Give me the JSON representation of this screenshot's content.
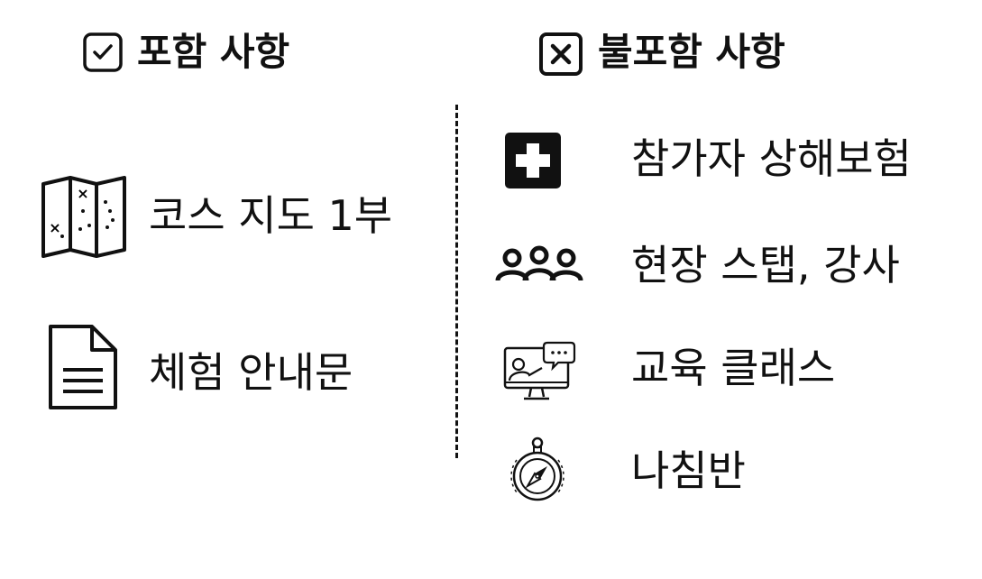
{
  "included": {
    "title": "포함 사항",
    "title_icon": "checkbox-check-icon",
    "items": [
      {
        "label": "코스 지도 1부",
        "icon": "treasure-map-icon"
      },
      {
        "label": "체험 안내문",
        "icon": "document-icon"
      }
    ]
  },
  "excluded": {
    "title": "불포함 사항",
    "title_icon": "checkbox-x-icon",
    "items": [
      {
        "label": "참가자 상해보험",
        "icon": "first-aid-cross-icon"
      },
      {
        "label": "현장 스탭, 강사",
        "icon": "people-group-icon"
      },
      {
        "label": "교육 클래스",
        "icon": "online-class-icon"
      },
      {
        "label": "나침반",
        "icon": "compass-icon"
      }
    ]
  }
}
